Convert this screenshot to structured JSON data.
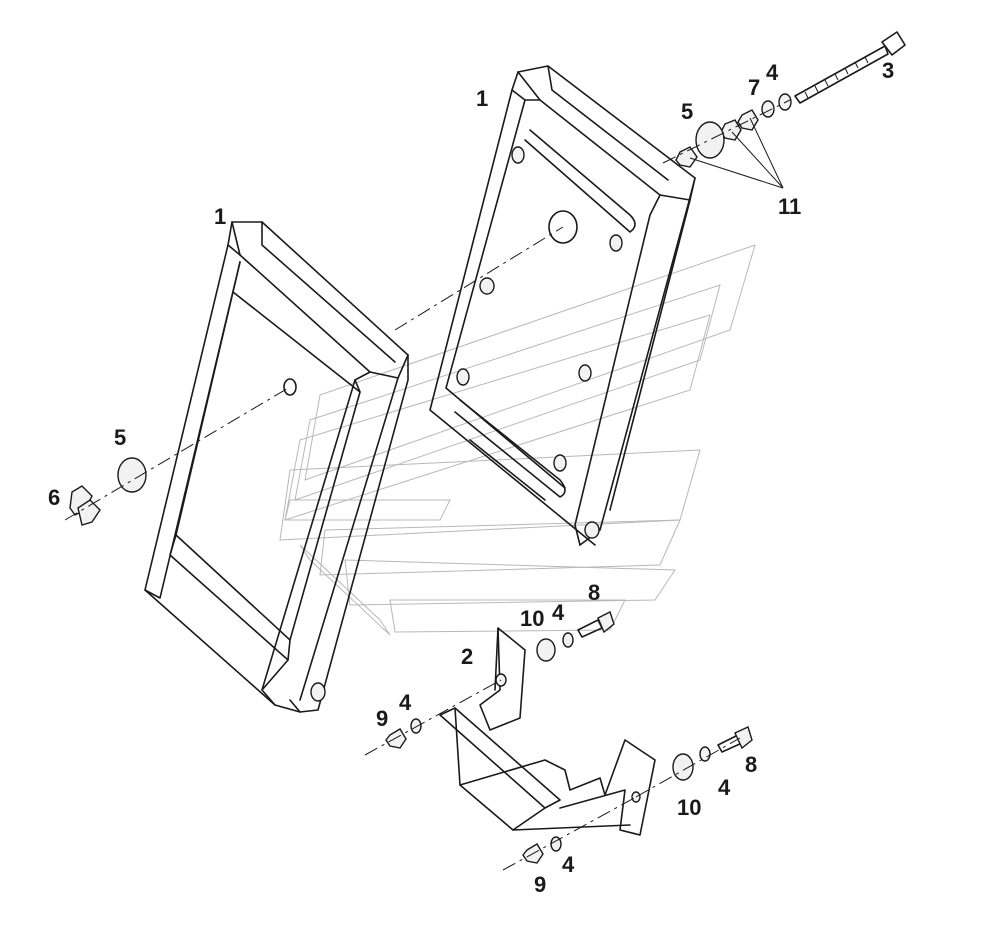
{
  "callouts": {
    "c_1a": "1",
    "c_1b": "1",
    "c_2": "2",
    "c_3": "3",
    "c_4a": "4",
    "c_4b": "4",
    "c_4c": "4",
    "c_4d": "4",
    "c_4e": "4",
    "c_5a": "5",
    "c_5b": "5",
    "c_6": "6",
    "c_7": "7",
    "c_8a": "8",
    "c_8b": "8",
    "c_9a": "9",
    "c_9b": "9",
    "c_10a": "10",
    "c_10b": "10",
    "c_11": "11"
  },
  "colors": {
    "line": "#1a1a1a",
    "watermark": "#b8b8b8",
    "background": "#ffffff"
  }
}
